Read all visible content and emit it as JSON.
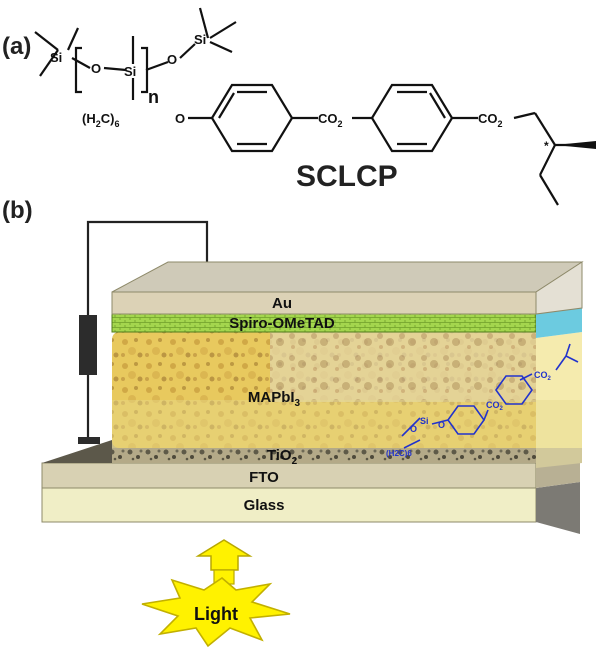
{
  "panel_a": {
    "label": "(a)",
    "si_top": "Si",
    "si_left": "Si",
    "si_mid": "Si",
    "o_left": "O",
    "o_right": "O",
    "o_chain": "O",
    "repeat_n": "n",
    "spacer_prefix": "(H",
    "spacer_sub_2": "2",
    "spacer_mid": "C)",
    "spacer_sub_6": "6",
    "ester1_main": "CO",
    "ester1_sub": "2",
    "ester2_main": "CO",
    "ester2_sub": "2",
    "chiral_mark": "*",
    "compound_name": "SCLCP"
  },
  "panel_b": {
    "label": "(b)",
    "layers": {
      "au": "Au",
      "spiro": "Spiro-OMeTAD",
      "perovskite_main": "MAPbI",
      "perovskite_sub": "3",
      "tio2_main": "TiO",
      "tio2_sub": "2",
      "fto": "FTO",
      "glass": "Glass"
    },
    "light_label": "Light",
    "overlay": {
      "ester1_main": "CO",
      "ester1_sub": "2",
      "ester2_main": "CO",
      "ester2_sub": "2",
      "o_chain": "O",
      "si": "Si",
      "o_si": "O",
      "spacer": "(H2C)6"
    }
  },
  "colors": {
    "au_front": "#d8ceb2",
    "au_top": "#cdc8b8",
    "spiro_green": "#9bd14a",
    "spiro_side": "#5fc0d8",
    "perovskite": "#f3e394",
    "perovskite_dark": "#c9a84a",
    "tio2": "#b7ad8c",
    "fto": "#d9d3b8",
    "glass": "#f1f0c2",
    "light_star": "#fff200",
    "overlay_blue": "#2233cc"
  }
}
